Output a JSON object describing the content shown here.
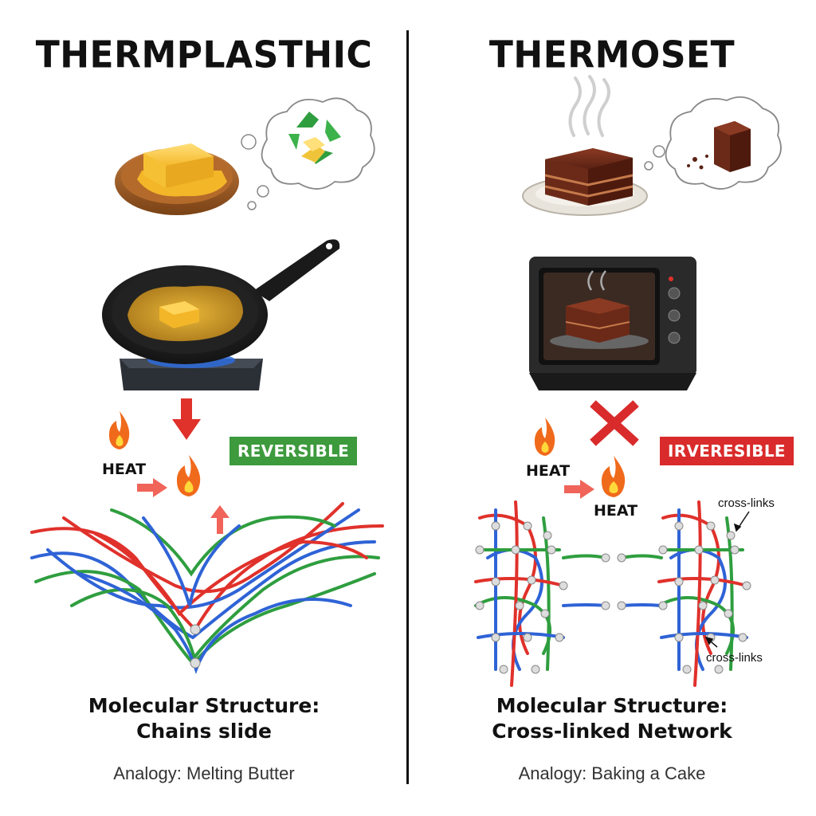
{
  "thermoplastic": {
    "title": "THERMPLASTHIC",
    "badge": "REVERSIBLE",
    "heat_label": "HEAT",
    "structure_title": "Molecular Structure:",
    "structure_sub": "Chains slide",
    "analogy": "Analogy: Melting Butter"
  },
  "thermoset": {
    "title": "THERMOSET",
    "badge": "IRVERESIBLE",
    "heat_label_1": "HEAT",
    "heat_label_2": "HEAT",
    "crosslink_label_top": "cross-links",
    "crosslink_label_bottom": "cross-links",
    "structure_title": "Molecular Structure:",
    "structure_sub": "Cross-linked Network",
    "analogy": "Analogy: Baking a Cake"
  },
  "colors": {
    "reversible_green": "#3d9a3d",
    "irreversible_red": "#d92b2b",
    "chain_red": "#e0312b",
    "chain_blue": "#2f63d6",
    "chain_green": "#2f9e3f",
    "flame_orange": "#f06a1c"
  },
  "icons": [
    "butter-icon",
    "recycle-icon",
    "frying-pan-icon",
    "gas-burner-icon",
    "flame-icon",
    "cake-icon",
    "oven-icon",
    "cross-mark-icon",
    "arrow-icon"
  ]
}
